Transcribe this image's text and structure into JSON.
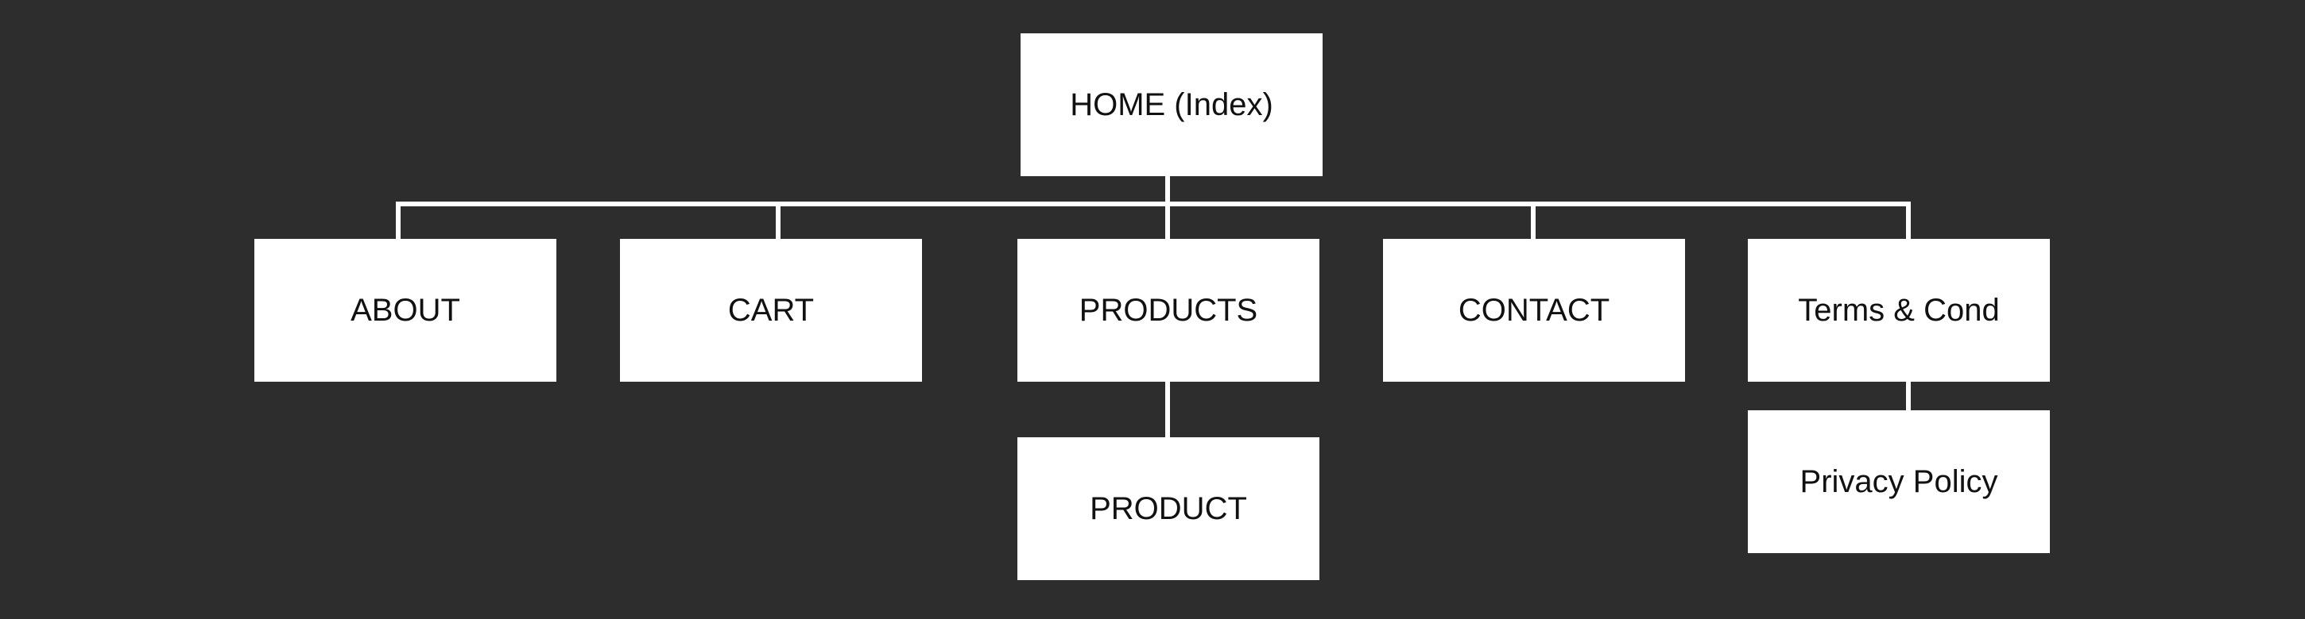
{
  "colors": {
    "background": "#2d2d2d",
    "node_fill": "#ffffff",
    "connector": "#ffffff",
    "text": "#111111"
  },
  "sitemap": {
    "home": "HOME (Index)",
    "about": "ABOUT",
    "cart": "CART",
    "products": "PRODUCTS",
    "contact": "CONTACT",
    "terms": "Terms & Cond",
    "product": "PRODUCT",
    "privacy": "Privacy Policy"
  }
}
